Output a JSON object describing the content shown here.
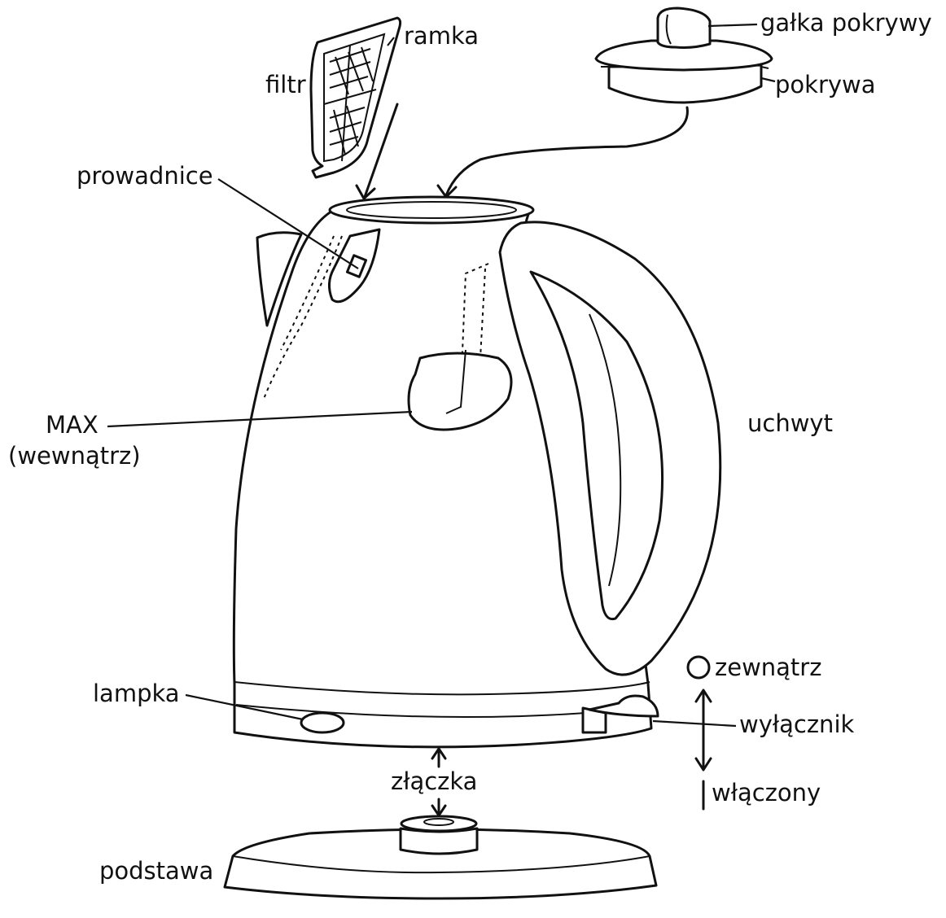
{
  "labels": {
    "ramka": "ramka",
    "filtr": "filtr",
    "galka": "gałka pokrywy",
    "pokrywa": "pokrywa",
    "prowadnice": "prowadnice",
    "max": "MAX",
    "wewnatrz": "(wewnątrz)",
    "uchwyt": "uchwyt",
    "zewnatrz": "zewnątrz",
    "lampka": "lampka",
    "wylacznik": "wyłącznik",
    "zlaczka": "złączka",
    "wlaczony": "włączony",
    "podstawa": "podstawa"
  }
}
